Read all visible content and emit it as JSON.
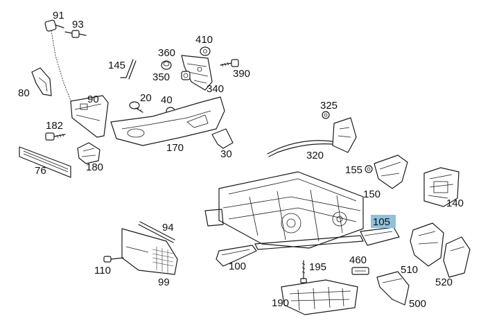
{
  "diagram": {
    "highlight_color": "#8fc1dc",
    "highlighted_label": "105",
    "labels": {
      "p91": "91",
      "p93": "93",
      "p410": "410",
      "p145": "145",
      "p360": "360",
      "p350": "350",
      "p390": "390",
      "p80": "80",
      "p90": "90",
      "p340": "340",
      "p20": "20",
      "p40": "40",
      "p325": "325",
      "p182": "182",
      "p170": "170",
      "p30": "30",
      "p320": "320",
      "p76": "76",
      "p180": "180",
      "p155": "155",
      "p150": "150",
      "p140": "140",
      "p105": "105",
      "p94": "94",
      "p100": "100",
      "p195": "195",
      "p110": "110",
      "p460": "460",
      "p510": "510",
      "p99": "99",
      "p520": "520",
      "p190": "190",
      "p500": "500"
    }
  }
}
